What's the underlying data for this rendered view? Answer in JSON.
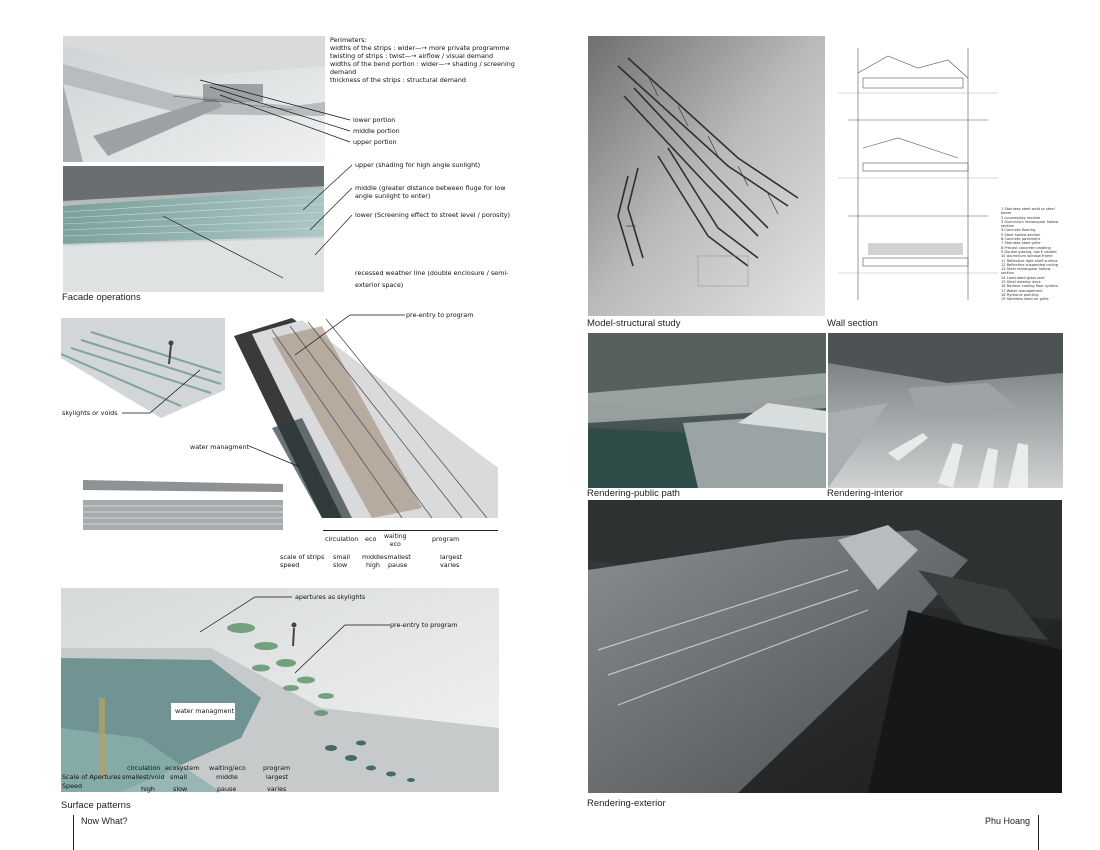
{
  "left": {
    "perimeters": {
      "heading": "Perimeters:",
      "lines": [
        "widths of the strips : wider—→ more private programme",
        "twisting of strips : twist—→ airflow / visual demand",
        "widths of the bend portion : wider—→ shading / screening",
        "demand",
        "thickness of the strips : structural demand"
      ]
    },
    "portions": {
      "lower": "lower portion",
      "middle": "middle portion",
      "upper": "upper portion"
    },
    "facade_notes": {
      "upper": "upper (shading for high angle sunlight)",
      "middle_1": "middle (greater distance between fluge for low",
      "middle_2": "angle sunlight to enter)",
      "lower": "lower (Screening effect to street level / porosity)",
      "recessed_1": "recessed weather line (double enclosure / semi-",
      "recessed_2": "exterior space)"
    },
    "facade_caption": "Facade operations",
    "strips": {
      "pre_entry": "pre-entry to program",
      "skylights": "skylights or voids",
      "water": "water managment",
      "zones": [
        "circulation",
        "eco",
        "waiting\neco",
        "program"
      ],
      "row_head_1": "scale of strips",
      "row_head_2": "speed",
      "scale_values": [
        "small",
        "middle",
        "smallest",
        "largest"
      ],
      "speed_values": [
        "slow",
        "high",
        "pause",
        "varies"
      ]
    },
    "surface": {
      "apertures": "apertures as skylights",
      "pre_entry": "pre-entry to program",
      "water": "water managment",
      "col_heads": [
        "circulation",
        "ecosystem",
        "waiting/eco",
        "program"
      ],
      "scale_head": "Scale of Apertures",
      "speed_head": "Speed",
      "scale_values": [
        "smallest/void",
        "small",
        "middle",
        "largest"
      ],
      "speed_values": [
        "high",
        "slow",
        "pause",
        "varies"
      ],
      "caption": "Surface patterns"
    },
    "footer": "Now What?"
  },
  "right": {
    "model_caption": "Model-structural study",
    "wall_caption": "Wall section",
    "wall_legend": [
      "1 Stainless steel weld to steel beam",
      "2 Louvres/sky module",
      "3 Aluminium rectangular hollow section",
      "4 Concrete flooring",
      "5 Steel hollow section",
      "6 Concrete pavement",
      "7 Stainless steel grille",
      "8 Precast concrete cladding",
      "9 Double glazing, low E coated",
      "10 Aluminium window frame",
      "11 Reflective light shelf surface",
      "12 Reflective suspended ceiling",
      "13 Steel rectangular hollow section",
      "14 Laminated glass wall",
      "15 Steel exterior deck",
      "16 Radiant cooling floor system",
      "17 Water management",
      "18 Hydronic planting",
      "19 Stainless steel air grille"
    ],
    "public_caption": "Rendering-public path",
    "interior_caption": "Rendering-interior",
    "exterior_caption": "Rendering-exterior",
    "footer": "Phu Hoang"
  }
}
